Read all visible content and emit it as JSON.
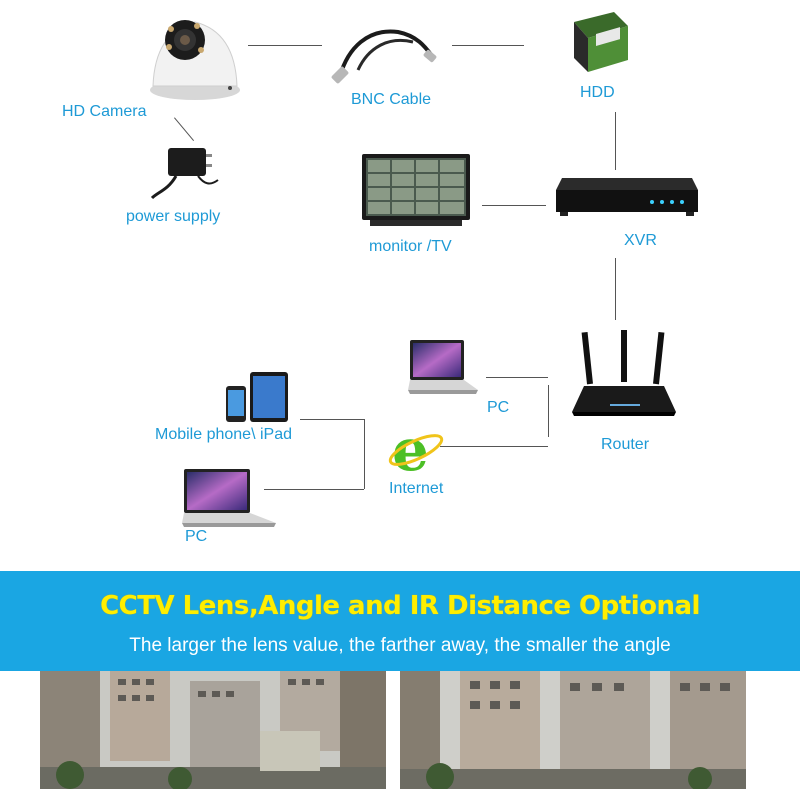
{
  "nodes": {
    "hd_camera": "HD Camera",
    "bnc_cable": "BNC Cable",
    "hdd": "HDD",
    "power_supply": "power supply",
    "monitor": "monitor /TV",
    "xvr": "XVR",
    "router": "Router",
    "pc_top": "PC",
    "mobile": "Mobile phone\\ iPad",
    "internet": "Internet",
    "pc_bottom": "PC"
  },
  "banner": {
    "title": "CCTV Lens,Angle and IR Distance Optional",
    "subtitle": "The larger the lens value, the farther away, the smaller the angle"
  },
  "colors": {
    "label": "#1e9ad6",
    "banner_bg": "#1aa6e3",
    "banner_title": "#ffee00",
    "banner_subtitle": "#ffffff"
  }
}
